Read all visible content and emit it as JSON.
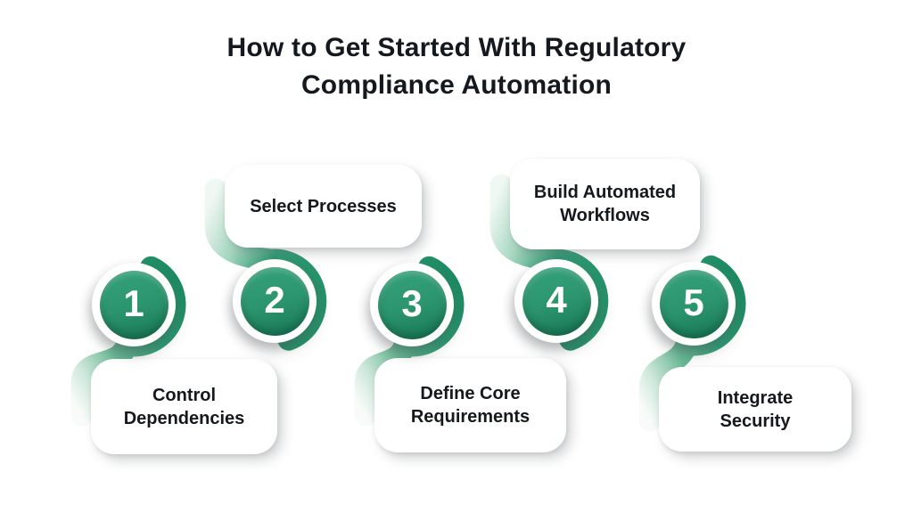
{
  "title": {
    "text": "How to Get Started With Regulatory\nCompliance Automation"
  },
  "colors": {
    "accent_green": "#2b956e",
    "accent_green_dark": "#1c8962",
    "accent_green_light": "#a5d6bf",
    "text": "#14181f",
    "card_background": "#ffffff",
    "page_background": "#ffffff"
  },
  "step_count": 5,
  "steps": [
    {
      "number": "1",
      "label": "Control\nDependencies",
      "card_position": "below"
    },
    {
      "number": "2",
      "label": "Select Processes",
      "card_position": "above"
    },
    {
      "number": "3",
      "label": "Define Core\nRequirements",
      "card_position": "below"
    },
    {
      "number": "4",
      "label": "Build Automated\nWorkflows",
      "card_position": "above"
    },
    {
      "number": "5",
      "label": "Integrate\nSecurity",
      "card_position": "below"
    }
  ]
}
